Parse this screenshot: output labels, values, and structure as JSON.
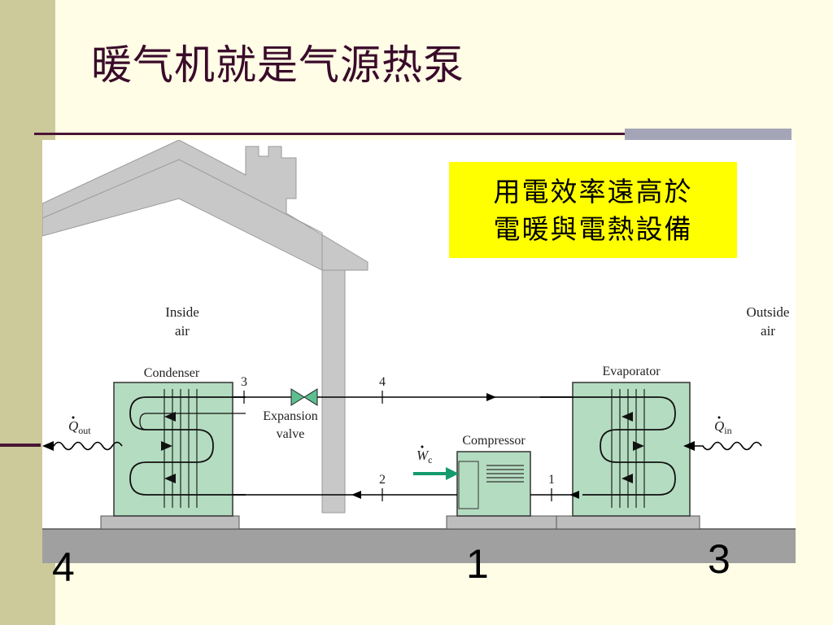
{
  "slide": {
    "title": "暖气机就是气源热泵"
  },
  "callout": {
    "line1": "用電效率遠高於",
    "line2": "電暖與電熱設備"
  },
  "diagram": {
    "inside_air_line1": "Inside",
    "inside_air_line2": "air",
    "outside_air_line1": "Outside",
    "outside_air_line2": "air",
    "condenser": "Condenser",
    "evaporator": "Evaporator",
    "compressor": "Compressor",
    "expansion_valve_line1": "Expansion",
    "expansion_valve_line2": "valve",
    "q_out": "Q",
    "q_out_sub": "out",
    "q_in": "Q",
    "q_in_sub": "in",
    "w_c": "W",
    "w_c_sub": "c",
    "state_1": "1",
    "state_2": "2",
    "state_3": "3",
    "state_4": "4"
  },
  "annotations": {
    "num_left": "4",
    "num_middle": "1",
    "num_right": "3"
  },
  "colors": {
    "title": "#3a0b2a",
    "band": "#ccc99b",
    "rule": "#4a1534",
    "callout": "#ffff00",
    "coil_box": "#b4dcc0",
    "valve": "#5dbf8f",
    "arrow_work": "#149a6e",
    "house": "#c8c8c8",
    "ground": "#a0a0a0"
  }
}
